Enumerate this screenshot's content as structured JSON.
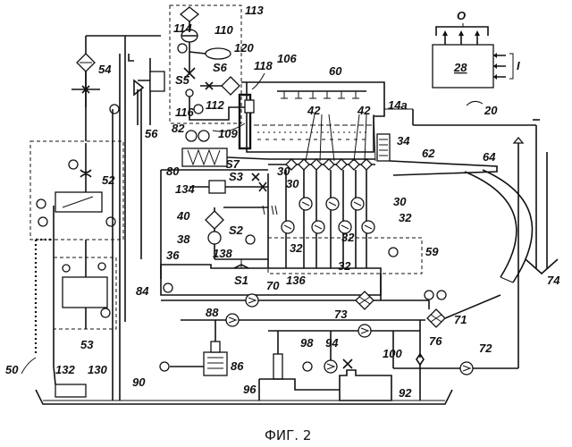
{
  "caption": "ФИГ. 2",
  "controller": {
    "ref": "28",
    "output_label": "O",
    "input_label": "I",
    "system_ref": "20"
  },
  "labels": {
    "l113": "113",
    "l114": "114",
    "l110": "110",
    "l120": "120",
    "l118": "118",
    "l106": "106",
    "l60": "60",
    "l14a": "14a",
    "l116": "116",
    "l112": "112",
    "lS5": "S5",
    "lS6": "S6",
    "l54": "54",
    "l56": "56",
    "l109": "109",
    "l42a": "42",
    "l42b": "42",
    "l82": "82",
    "l80": "80",
    "l34": "34",
    "l62": "62",
    "l64": "64",
    "l30a": "30",
    "l30b": "30",
    "l30c": "30",
    "lS7": "S7",
    "lS3": "S3",
    "l134": "134",
    "l52": "52",
    "l40": "40",
    "l38": "38",
    "lS2": "S2",
    "l32a": "32",
    "l32b": "32",
    "l32c": "32",
    "l32d": "32",
    "l138": "138",
    "l36": "36",
    "l59": "59",
    "l74": "74",
    "lS1": "S1",
    "l136": "136",
    "l84": "84",
    "l70": "70",
    "l53": "53",
    "l73": "73",
    "l71": "71",
    "l88": "88",
    "l98": "98",
    "l94": "94",
    "l100": "100",
    "l76": "76",
    "l72": "72",
    "l50": "50",
    "l132": "132",
    "l130": "130",
    "l90": "90",
    "l86": "86",
    "l96": "96",
    "l92": "92"
  }
}
